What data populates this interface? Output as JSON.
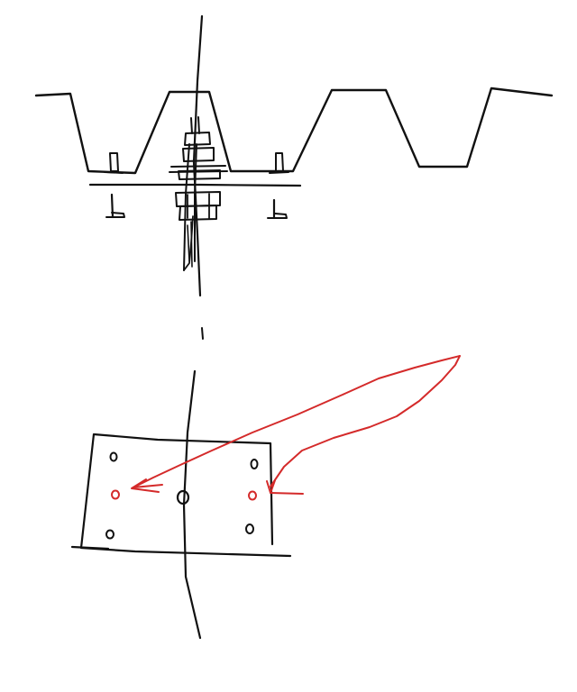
{
  "colors": {
    "background": "#ffffff",
    "ink": "#111111",
    "annotation": "#d42a2a"
  },
  "parts": {
    "section_view": [
      "corrugated-deck-profile",
      "center-axis-line",
      "mounting-plate-line",
      "center-bolt-assembly",
      "left-bolt-upper",
      "right-bolt-upper",
      "left-bolt-lower",
      "right-bolt-lower"
    ],
    "plan_view": [
      "mounting-plate-outline",
      "hole-top-left",
      "hole-top-right",
      "hole-center",
      "hole-bottom-left",
      "hole-bottom-right",
      "highlighted-hole-left",
      "highlighted-hole-right"
    ],
    "annotations": [
      "red-arrow-left",
      "red-arrow-right"
    ]
  }
}
